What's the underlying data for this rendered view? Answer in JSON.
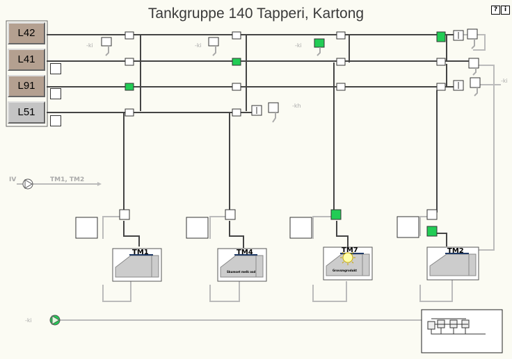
{
  "title": "Tankgruppe 140 Tapperi, Kartong",
  "help_buttons": [
    {
      "icon": "help-icon",
      "label": "?"
    },
    {
      "icon": "person-icon",
      "label": "i"
    }
  ],
  "lines": [
    {
      "label": "L42",
      "color": "#b4a090"
    },
    {
      "label": "L41",
      "color": "#b4a090"
    },
    {
      "label": "L91",
      "color": "#b4a090"
    },
    {
      "label": "L51",
      "color": "#c4c4c4"
    }
  ],
  "flow_labels": {
    "ki": "-ki",
    "kh": "-kh",
    "iv": "IV",
    "tm12": "TM1, TM2"
  },
  "tanks": [
    {
      "name": "TM1",
      "sub": ""
    },
    {
      "name": "TM4",
      "sub": "Skumset melk osd"
    },
    {
      "name": "TM7",
      "sub": "Grovsmgrodukt"
    },
    {
      "name": "TM2",
      "sub": ""
    }
  ],
  "colors": {
    "active": "#22cc55",
    "pipe": "#444444",
    "pipe_light": "#bbbbbb"
  }
}
